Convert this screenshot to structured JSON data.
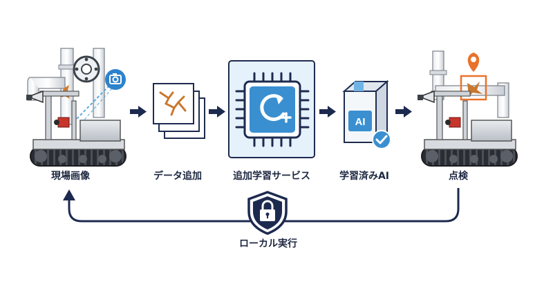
{
  "steps": [
    {
      "label": "現場画像",
      "icon": "inspection-robot-camera-icon"
    },
    {
      "label": "データ追加",
      "icon": "crack-image-stack-icon"
    },
    {
      "label": "追加学習サービス",
      "icon": "ai-chip-update-icon"
    },
    {
      "label": "学習済みAI",
      "icon": "ai-package-check-icon"
    },
    {
      "label": "点検",
      "icon": "inspection-robot-detect-icon"
    }
  ],
  "loop": {
    "label": "ローカル実行",
    "icon": "shield-lock-icon"
  },
  "package_text": "AI",
  "colors": {
    "navy": "#1d2a4f",
    "blue": "#3a8fd0",
    "light_blue": "#d9ecfa",
    "orange": "#e9722b",
    "crack": "#c9782e",
    "gray": "#9aa2ab"
  }
}
